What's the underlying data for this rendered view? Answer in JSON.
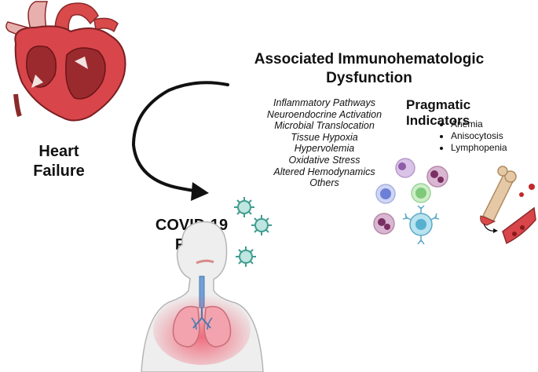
{
  "title": "Associated Immunohematologic Dysfunction",
  "heart_failure": {
    "label_line1": "Heart",
    "label_line2": "Failure"
  },
  "covid": {
    "label_line1": "COVID-19",
    "label_line2": "Risk"
  },
  "mechanisms": [
    "Inflammatory Pathways",
    "Neuroendocrine Activation",
    "Microbial Translocation",
    "Tissue Hypoxia",
    "Hypervolemia",
    "Oxidative Stress",
    "Altered Hemodynamics",
    "Others"
  ],
  "pragmatic_indicators": {
    "title": "Pragmatic Indicators",
    "items": [
      "Anemia",
      "Anisocytosis",
      "Lymphopenia"
    ]
  },
  "icons": [
    "heart-illustration-icon",
    "curved-arrow-icon",
    "virus-icon",
    "human-lungs-icon",
    "blood-cells-icon",
    "bone-marrow-vessel-icon"
  ]
}
